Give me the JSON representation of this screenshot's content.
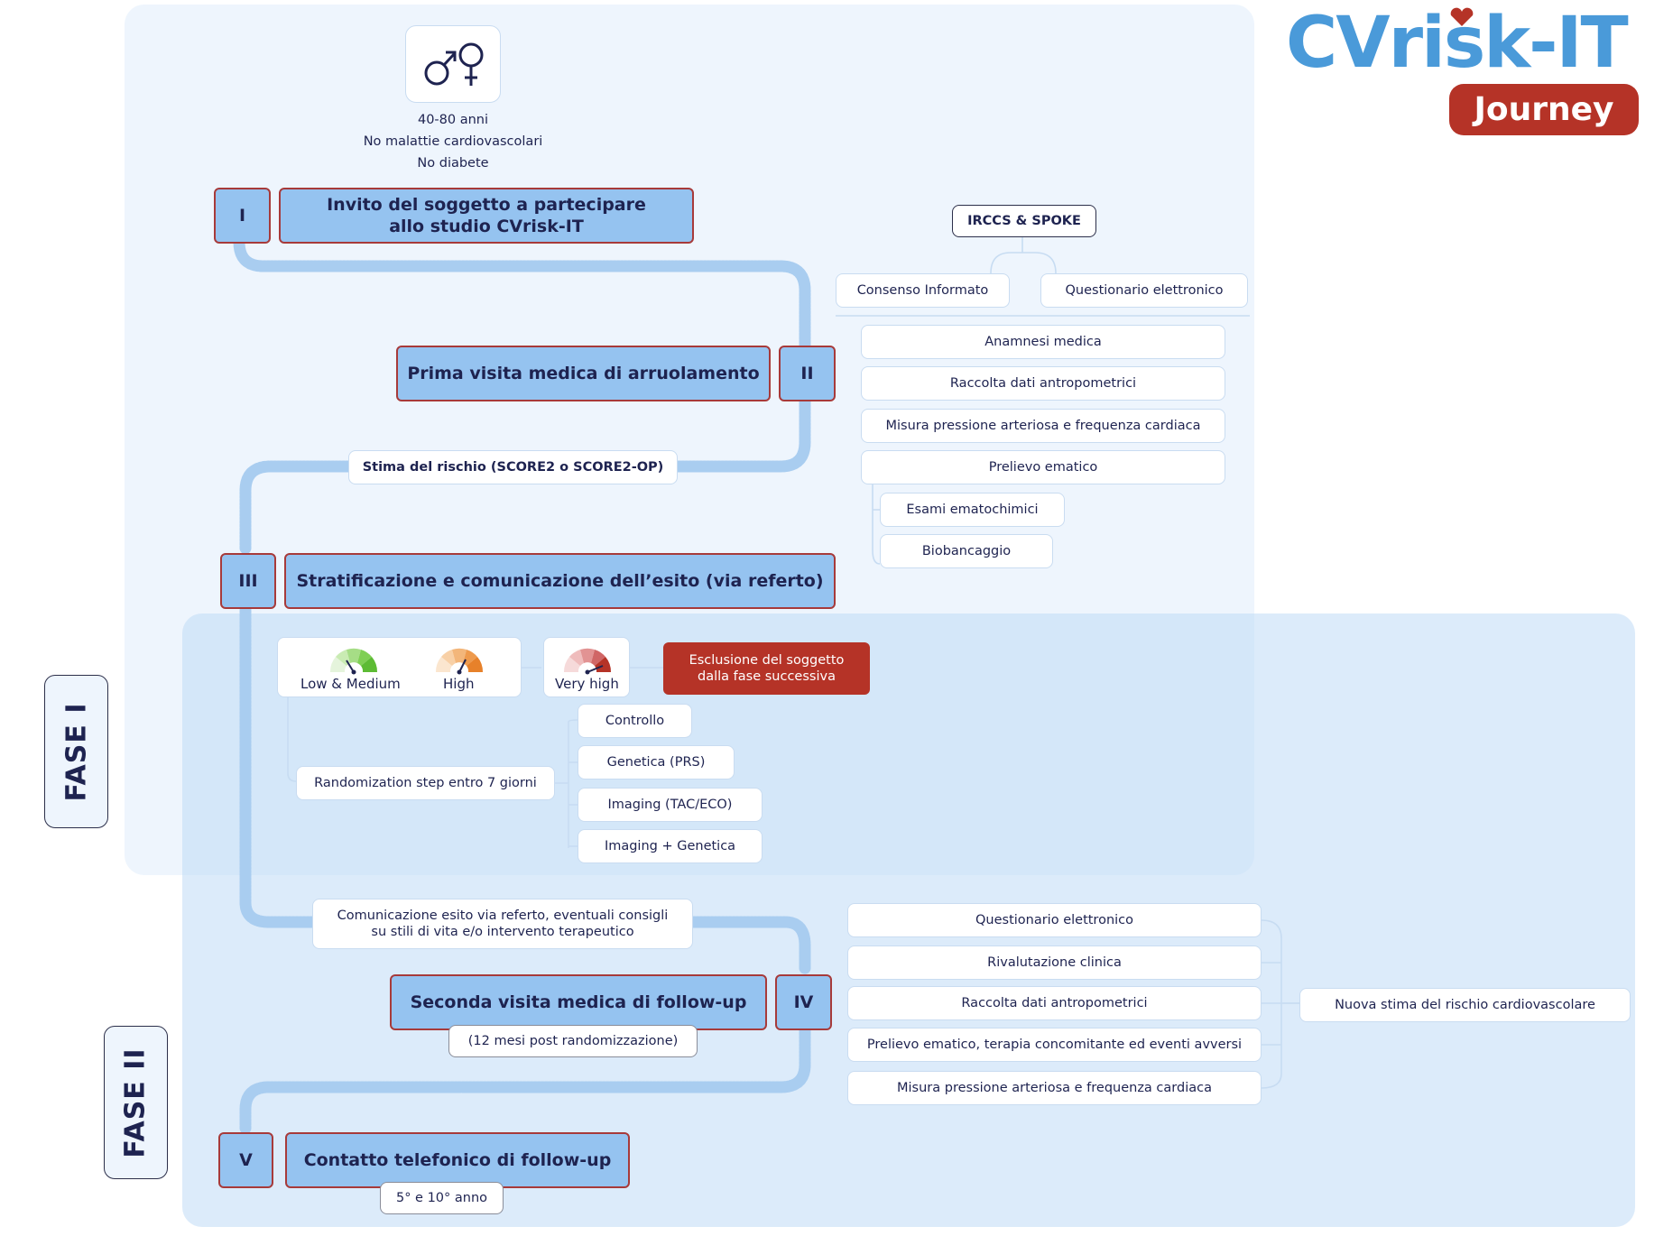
{
  "logo": {
    "brand": "CVrisk-IT",
    "subtitle": "Journey"
  },
  "phases": {
    "phase1": "FASE I",
    "phase2": "FASE II"
  },
  "criteria": {
    "age": "40-80 anni",
    "no_cvd": "No malattie cardiovascolari",
    "no_diabetes": "No diabete"
  },
  "icons": {
    "gender": "male-female-symbol"
  },
  "steps": {
    "s1": {
      "num": "I",
      "title_line1": "Invito del soggetto a partecipare",
      "title_line2": "allo studio CVrisk-IT"
    },
    "s2": {
      "num": "II",
      "title": "Prima visita medica di arruolamento"
    },
    "s3": {
      "num": "III",
      "title": "Stratificazione e comunicazione dell’esito (via referto)"
    },
    "s4": {
      "num": "IV",
      "title": "Seconda visita medica di follow-up",
      "note": "(12 mesi post randomizzazione)"
    },
    "s5": {
      "num": "V",
      "title": "Contatto telefonico di follow-up",
      "note": "5° e 10° anno"
    }
  },
  "enrollment": {
    "sites": "IRCCS & SPOKE",
    "consent": "Consenso Informato",
    "questionnaire": "Questionario elettronico",
    "items": [
      "Anamnesi medica",
      "Raccolta dati antropometrici",
      "Misura pressione arteriosa e frequenza cardiaca",
      "Prelievo ematico"
    ],
    "blood_sub": [
      "Esami ematochimici",
      "Biobancaggio"
    ]
  },
  "risk_estimate": "Stima del rischio (SCORE2 o SCORE2-OP)",
  "risk_categories": {
    "low_medium": "Low & Medium",
    "high": "High",
    "very_high": "Very high"
  },
  "exclusion": {
    "line1": "Esclusione del soggetto",
    "line2": "dalla fase successiva"
  },
  "randomization": {
    "label": "Randomization step entro 7 giorni",
    "arms": [
      "Controllo",
      "Genetica (PRS)",
      "Imaging (TAC/ECO)",
      "Imaging + Genetica"
    ]
  },
  "communication": {
    "line1": "Comunicazione esito via referto, eventuali consigli",
    "line2": "su stili di vita e/o intervento terapeutico"
  },
  "followup": {
    "items": [
      "Questionario elettronico",
      "Rivalutazione clinica",
      "Raccolta dati antropometrici",
      "Prelievo ematico, terapia concomitante ed eventi avversi",
      "Misura pressione arteriosa e frequenza cardiaca"
    ],
    "result": "Nuova stima del rischio cardiovascolare"
  },
  "colors": {
    "step_fill": "#95c3f0",
    "step_border": "#a73a3a",
    "accent_red": "#b53327",
    "logo_blue": "#4a9ad9",
    "path": "#a9cdf0"
  }
}
